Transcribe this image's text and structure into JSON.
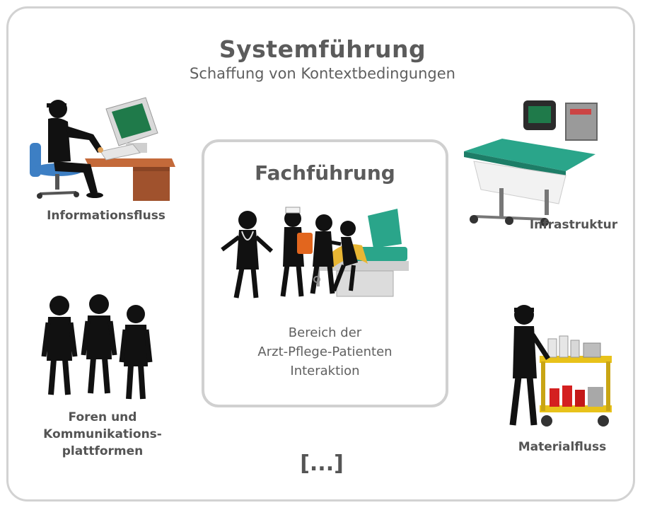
{
  "header": {
    "title": "Systemführung",
    "subtitle": "Schaffung von Kontextbedingungen"
  },
  "center": {
    "title": "Fachführung",
    "description_lines": [
      "Bereich der",
      "Arzt-Pflege-Patienten",
      "Interaktion"
    ]
  },
  "nodes": {
    "informationsfluss": "Informationsfluss",
    "infrastruktur": "Infrastruktur",
    "foren_lines": [
      "Foren und",
      "Kommunikations-",
      "plattformen"
    ],
    "materialfluss": "Materialfluss"
  },
  "ellipsis": "[...]",
  "colors": {
    "frame": "#d2d2d2",
    "text": "#5a5a5a",
    "silhouette": "#111111",
    "teal": "#2aa58a",
    "monitor_green": "#1f7a4a",
    "desk_brown": "#a0522d",
    "chair_blue": "#3d7fc4",
    "cart_yellow": "#e8c21a",
    "bottle_red": "#d42020"
  },
  "icons": [
    "computer-worker-icon",
    "hospital-bed-icon",
    "meeting-people-icon",
    "doctors-patient-icon",
    "cart-worker-icon"
  ]
}
